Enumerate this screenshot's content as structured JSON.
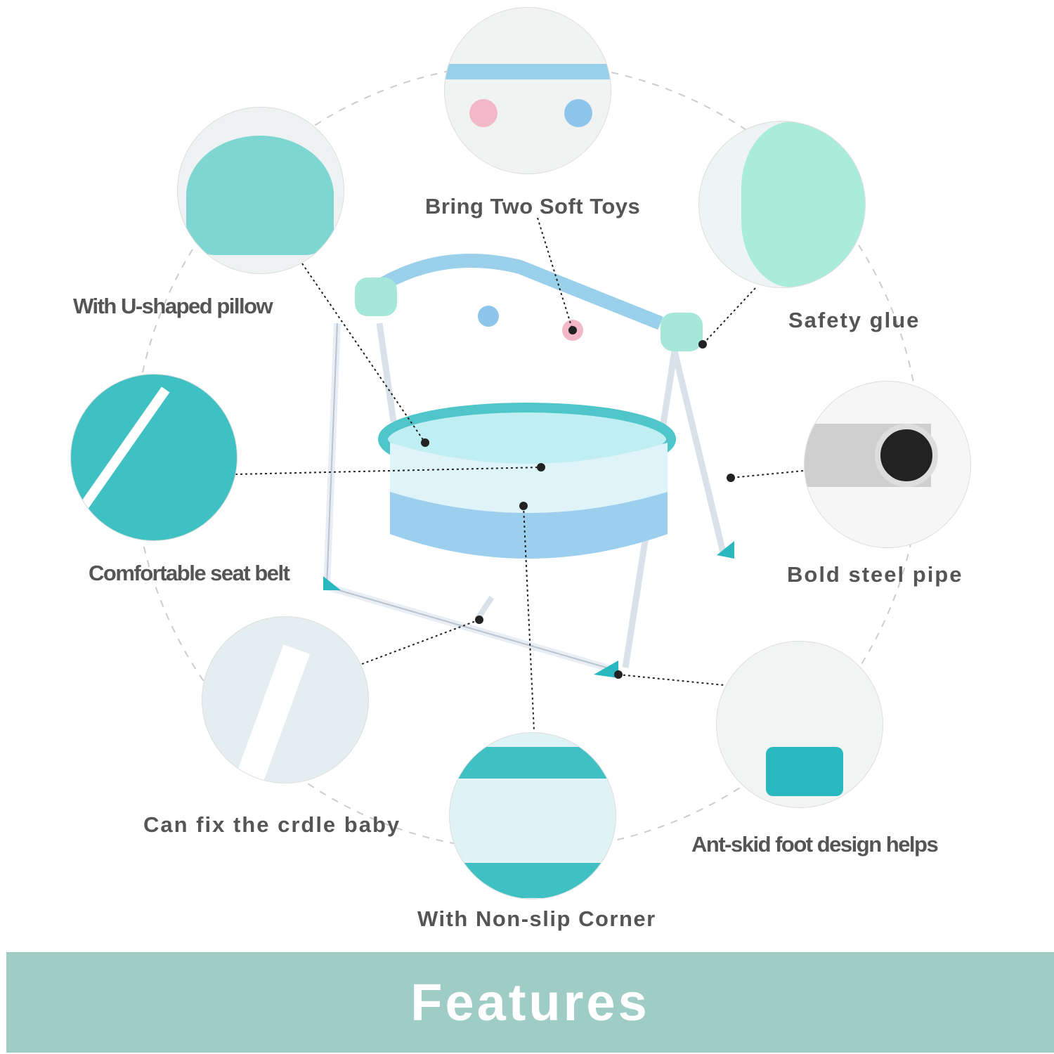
{
  "labels": {
    "toys": "Bring Two Soft Toys",
    "pillow": "With U-shaped pillow",
    "glue": "Safety glue",
    "belt": "Comfortable seat belt",
    "pipe": "Bold steel pipe",
    "fix": "Can fix the crdle baby",
    "foot": "Ant-skid foot design helps",
    "corner": "With Non-slip Corner"
  },
  "banner": {
    "title": "Features"
  },
  "colors": {
    "banner": "#a0ccc6",
    "teal": "#3fc1c4",
    "text": "#555555"
  }
}
